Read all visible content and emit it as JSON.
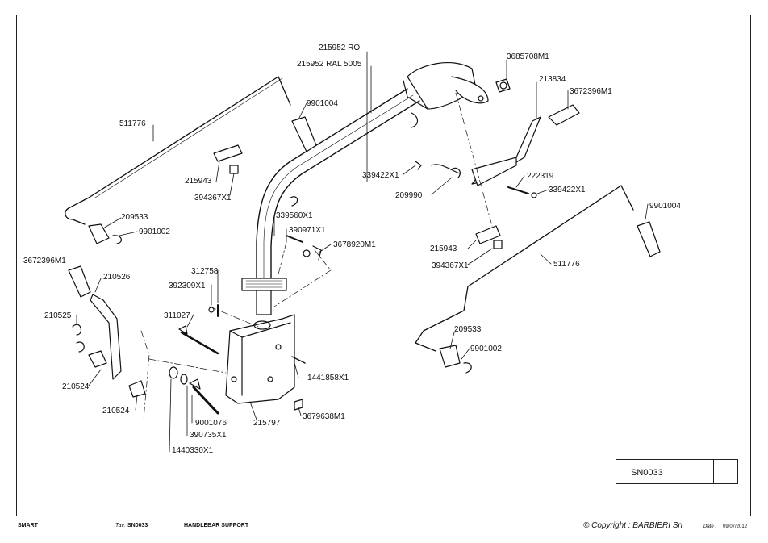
{
  "part_numbers": {
    "handlebar_ro": "215952 RO",
    "handlebar_ral": "215952 RAL 5005",
    "cap_top": "3685708M1",
    "lever_213834": "213834",
    "grip_right": "3672396M1",
    "knob_left_top": "9901004",
    "rod_left": "511776",
    "clamp_left": "215943",
    "nut_left": "394367X1",
    "stud_left": "209533",
    "clip_left": "9901002",
    "pin_339422_left": "339422X1",
    "spring_209990": "209990",
    "pin_222319": "222319",
    "pin_339422_right": "339422X1",
    "screw_339560": "339560X1",
    "washer_390971": "390971X1",
    "clip_3678920": "3678920M1",
    "clamp_right": "215943",
    "nut_right": "394367X1",
    "rod_right": "511776",
    "knob_right": "9901004",
    "stud_right": "209533",
    "clip_right": "9901002",
    "grip_left": "3672396M1",
    "lever_210526": "210526",
    "spring_210525": "210525",
    "bushing_210524_a": "210524",
    "bushing_210524_b": "210524",
    "screw_312758": "312758",
    "nut_392309": "392309X1",
    "bolt_311027": "311027",
    "pin_1441858": "1441858X1",
    "bracket_215797": "215797",
    "nut_3679638": "3679638M1",
    "bolt_9001076": "9001076",
    "washer_390735": "390735X1",
    "nut_1440330": "1440330X1"
  },
  "title_block": {
    "code": "SN0033"
  },
  "footer": {
    "model": "SMART",
    "tav_label": "Tav.",
    "tav_value": "SN0033",
    "description": "HANDLEBAR SUPPORT",
    "copyright_symbol": "©",
    "copyright": "Copyright : BARBIERI Srl",
    "date_label": "Date :",
    "date": "09/07/2012"
  }
}
